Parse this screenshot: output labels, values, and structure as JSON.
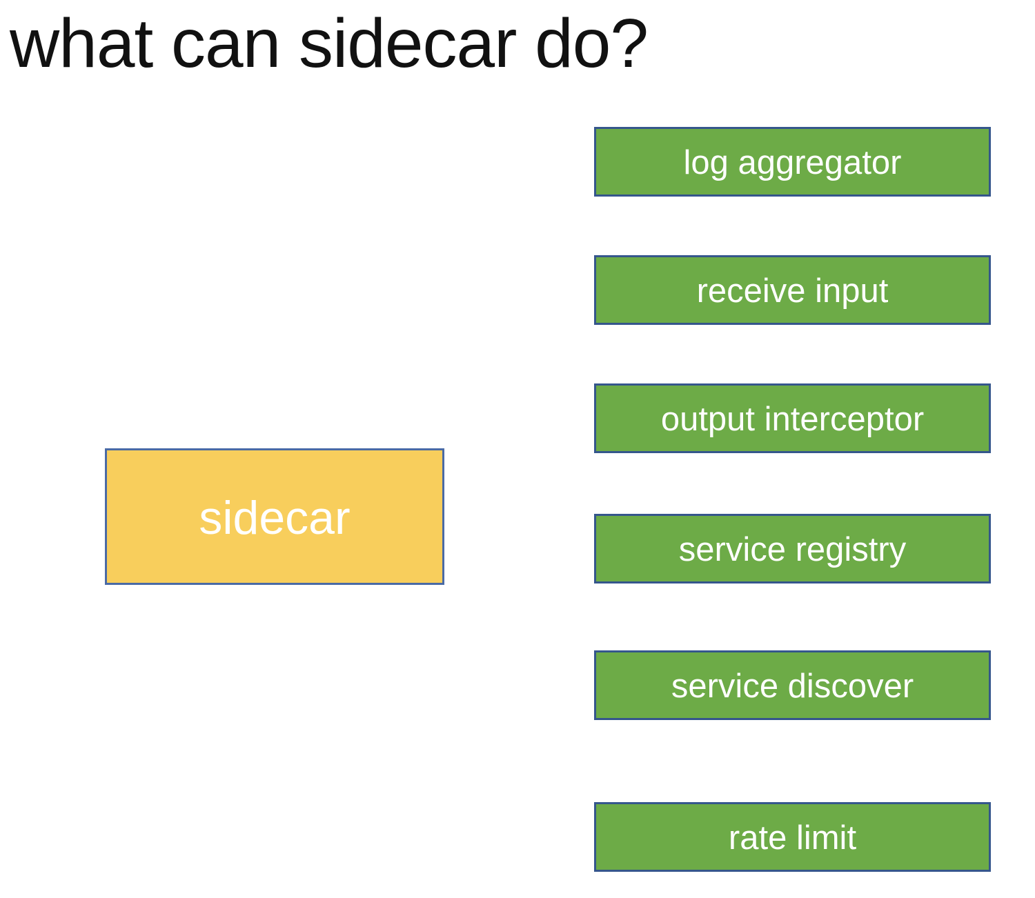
{
  "title": {
    "text": "what can sidecar do?"
  },
  "colors": {
    "background": "#ffffff",
    "title_text": "#111111",
    "capability_fill": "#6DAB47",
    "capability_border": "#35568C",
    "main_node_fill": "#F8CE5C",
    "main_node_border": "#4A6AA5",
    "node_text": "#ffffff"
  },
  "diagram": {
    "main_node": {
      "label": "sidecar"
    },
    "capability_nodes": [
      {
        "label": "log aggregator"
      },
      {
        "label": "receive input"
      },
      {
        "label": "output interceptor"
      },
      {
        "label": "service registry"
      },
      {
        "label": "service discover"
      },
      {
        "label": "rate limit"
      }
    ]
  }
}
